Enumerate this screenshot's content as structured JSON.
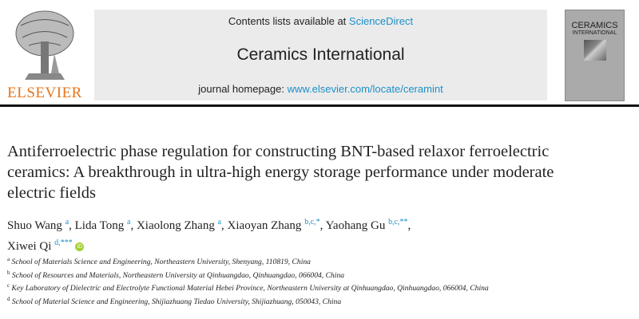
{
  "header": {
    "available_prefix": "Contents lists available at ",
    "available_link": "ScienceDirect",
    "journal": "Ceramics International",
    "homepage_prefix": "journal homepage: ",
    "homepage_link": "www.elsevier.com/locate/ceramint"
  },
  "publisher_logo": "ELSEVIER",
  "cover": {
    "line1": "CERAMICS",
    "line2": "INTERNATIONAL"
  },
  "title": "Antiferroelectric phase regulation for constructing BNT-based relaxor ferroelectric ceramics: A breakthrough in ultra-high energy storage performance under moderate electric fields",
  "authors": [
    {
      "name": "Shuo Wang",
      "sup": "a"
    },
    {
      "name": "Lida Tong",
      "sup": "a"
    },
    {
      "name": "Xiaolong Zhang",
      "sup": "a"
    },
    {
      "name": "Xiaoyan Zhang",
      "sup": "b,c,*"
    },
    {
      "name": "Yaohang Gu",
      "sup": "b,c,**"
    },
    {
      "name": "Xiwei Qi",
      "sup": "d,***"
    }
  ],
  "orcid_label": "iD",
  "affiliations": [
    {
      "key": "a",
      "text": "School of Materials Science and Engineering, Northeastern University, Shenyang, 110819, China"
    },
    {
      "key": "b",
      "text": "School of Resources and Materials, Northeastern University at Qinhuangdao, Qinhuangdao, 066004, China"
    },
    {
      "key": "c",
      "text": "Key Laboratory of Dielectric and Electrolyte Functional Material Hebei Province, Northeastern University at Qinhuangdao, Qinhuangdao, 066004, China"
    },
    {
      "key": "d",
      "text": "School of Material Science and Engineering, Shijiazhuang Tiedao University, Shijiazhuang, 050043, China"
    }
  ]
}
